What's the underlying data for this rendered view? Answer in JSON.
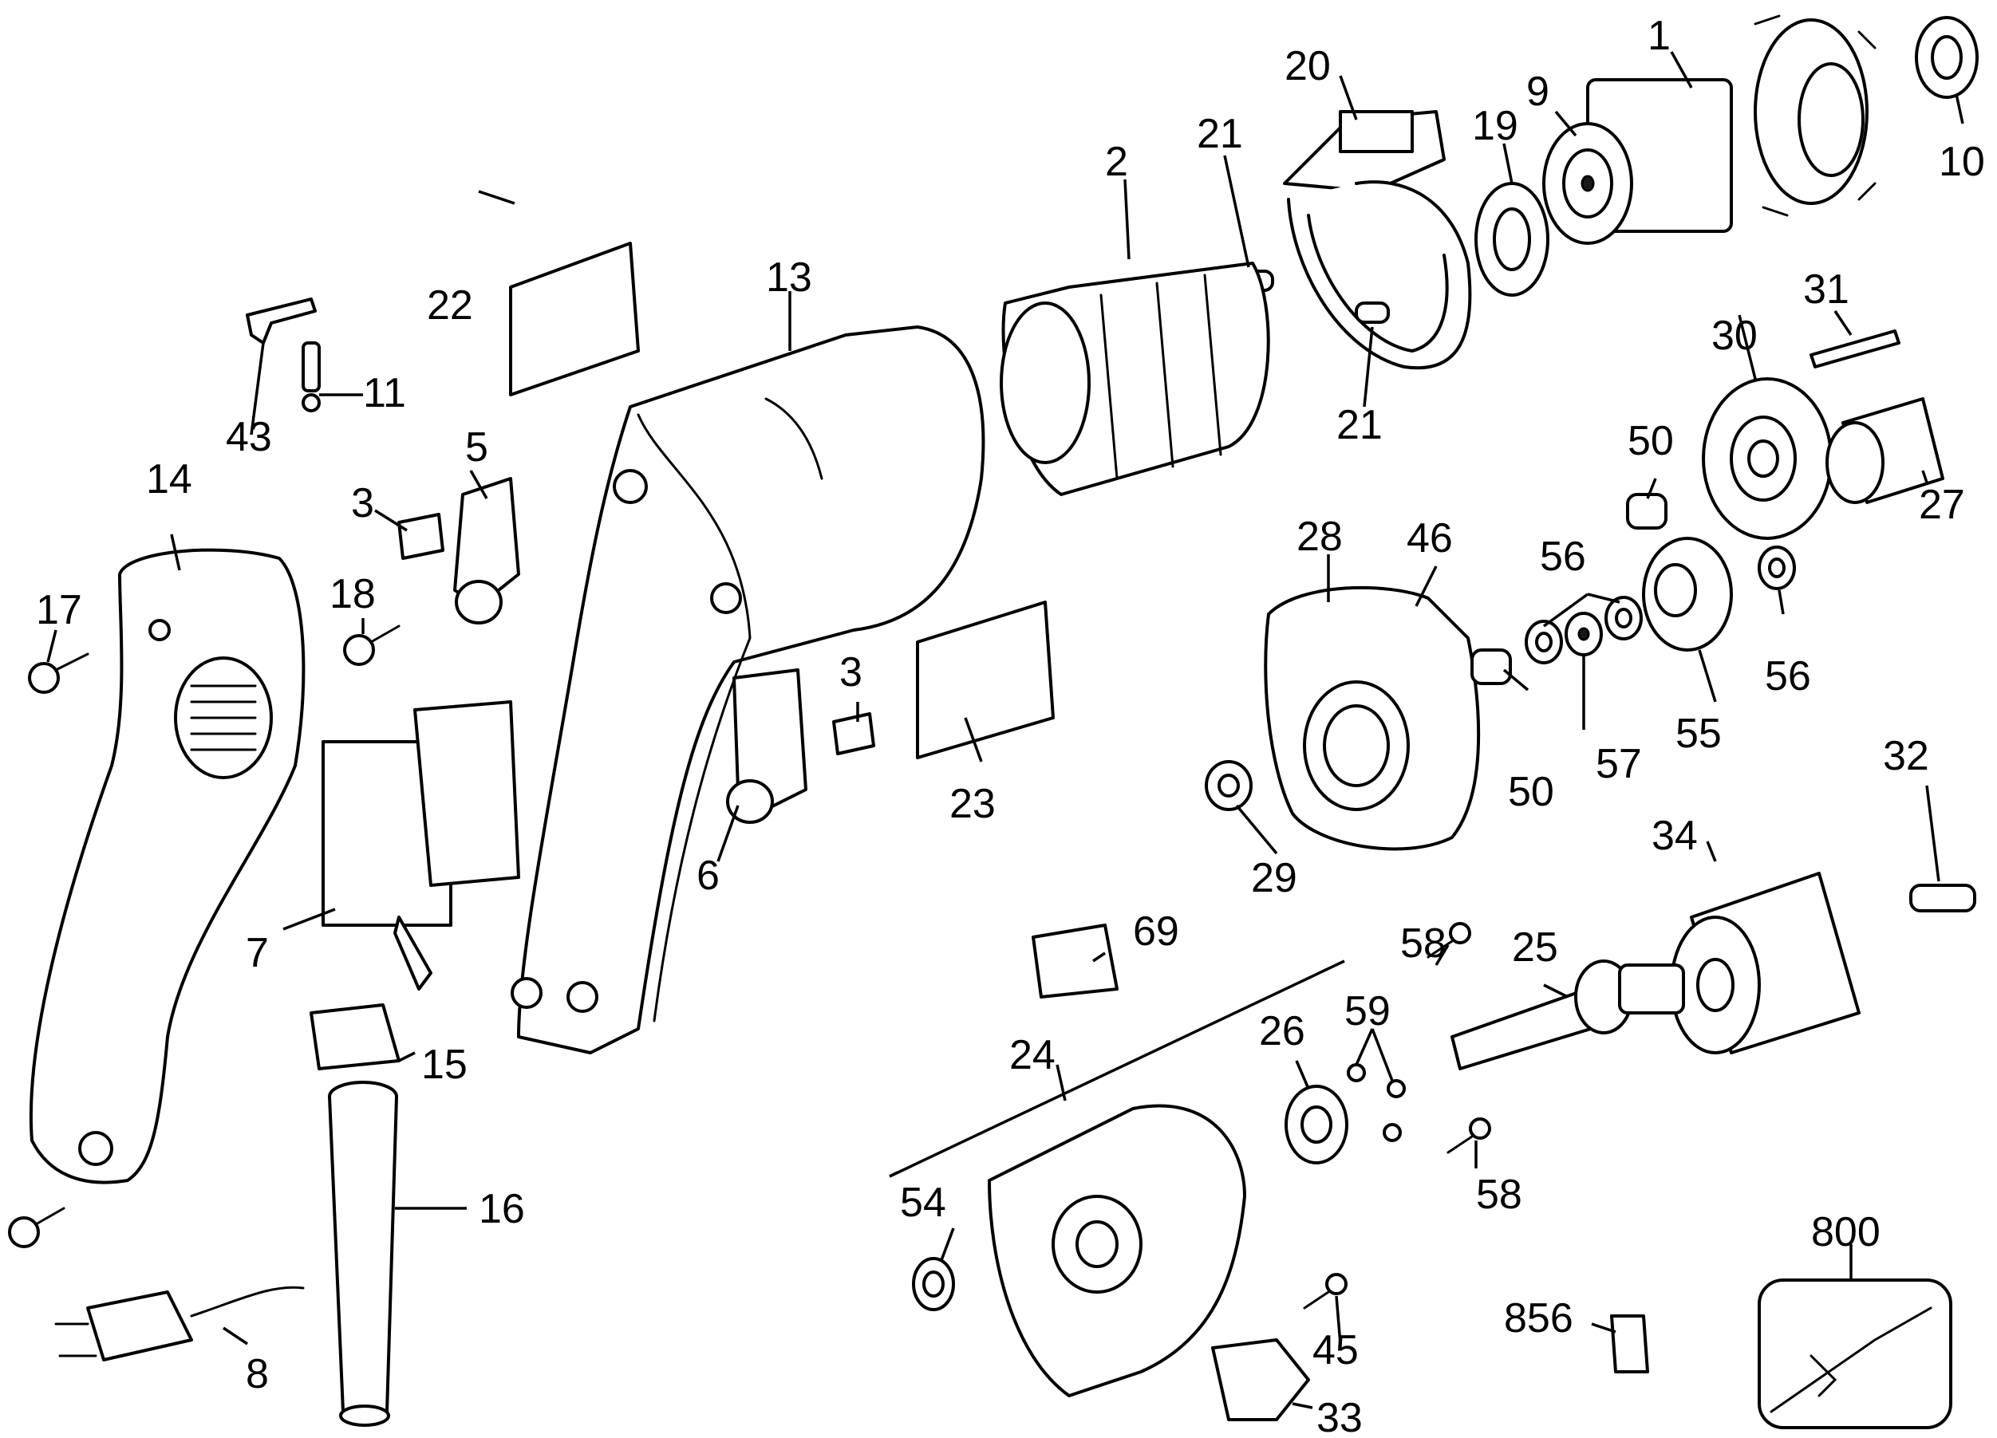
{
  "callouts": [
    {
      "id": "p1",
      "text": "1"
    },
    {
      "id": "p2",
      "text": "2"
    },
    {
      "id": "p3a",
      "text": "3"
    },
    {
      "id": "p3b",
      "text": "3"
    },
    {
      "id": "p5",
      "text": "5"
    },
    {
      "id": "p6",
      "text": "6"
    },
    {
      "id": "p7",
      "text": "7"
    },
    {
      "id": "p8",
      "text": "8"
    },
    {
      "id": "p9",
      "text": "9"
    },
    {
      "id": "p10",
      "text": "10"
    },
    {
      "id": "p11",
      "text": "11"
    },
    {
      "id": "p13",
      "text": "13"
    },
    {
      "id": "p14",
      "text": "14"
    },
    {
      "id": "p15",
      "text": "15"
    },
    {
      "id": "p16",
      "text": "16"
    },
    {
      "id": "p17",
      "text": "17"
    },
    {
      "id": "p18",
      "text": "18"
    },
    {
      "id": "p19",
      "text": "19"
    },
    {
      "id": "p20",
      "text": "20"
    },
    {
      "id": "p21a",
      "text": "21"
    },
    {
      "id": "p21b",
      "text": "21"
    },
    {
      "id": "p22",
      "text": "22"
    },
    {
      "id": "p23",
      "text": "23"
    },
    {
      "id": "p24",
      "text": "24"
    },
    {
      "id": "p25",
      "text": "25"
    },
    {
      "id": "p26",
      "text": "26"
    },
    {
      "id": "p27",
      "text": "27"
    },
    {
      "id": "p28",
      "text": "28"
    },
    {
      "id": "p29",
      "text": "29"
    },
    {
      "id": "p30",
      "text": "30"
    },
    {
      "id": "p31",
      "text": "31"
    },
    {
      "id": "p32",
      "text": "32"
    },
    {
      "id": "p33",
      "text": "33"
    },
    {
      "id": "p34",
      "text": "34"
    },
    {
      "id": "p43",
      "text": "43"
    },
    {
      "id": "p45",
      "text": "45"
    },
    {
      "id": "p46",
      "text": "46"
    },
    {
      "id": "p50a",
      "text": "50"
    },
    {
      "id": "p50b",
      "text": "50"
    },
    {
      "id": "p54",
      "text": "54"
    },
    {
      "id": "p55",
      "text": "55"
    },
    {
      "id": "p56a",
      "text": "56"
    },
    {
      "id": "p56b",
      "text": "56"
    },
    {
      "id": "p57",
      "text": "57"
    },
    {
      "id": "p58a",
      "text": "58"
    },
    {
      "id": "p58b",
      "text": "58"
    },
    {
      "id": "p59",
      "text": "59"
    },
    {
      "id": "p69",
      "text": "69"
    },
    {
      "id": "p800",
      "text": "800"
    },
    {
      "id": "p856",
      "text": "856"
    }
  ]
}
